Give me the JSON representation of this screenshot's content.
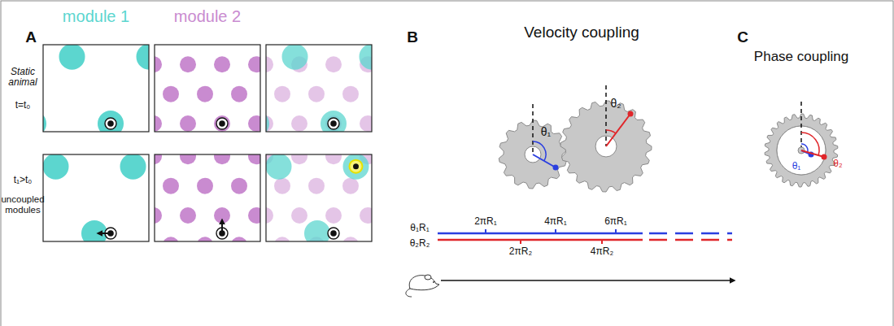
{
  "diagram": {
    "labels": [
      "A",
      "module 1",
      "module 2",
      "Static animal",
      "t=t₀",
      "t₁>t₀",
      "uncoupled modules",
      "B",
      "Velocity coupling",
      "θ₁",
      "θ₂",
      "θ₁R₁",
      "θ₂R₂",
      "2πR₁",
      "4πR₁",
      "6πR₁",
      "2πR₂",
      "4πR₂",
      "C",
      "Phase coupling",
      "θ₁",
      "θ₂"
    ]
  }
}
